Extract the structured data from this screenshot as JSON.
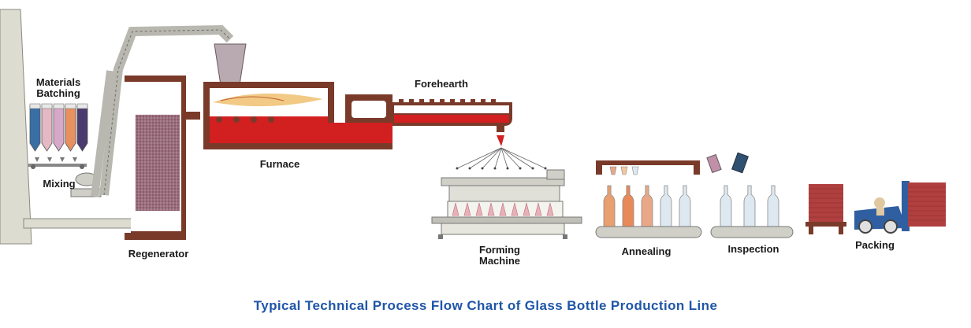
{
  "title": "Typical Technical Process Flow Chart of Glass Bottle Production Line",
  "stages": {
    "materials_batching": [
      "Materials",
      "Batching"
    ],
    "mixing": "Mixing",
    "regenerator": "Regenerator",
    "furnace": "Furnace",
    "forehearth": "Forehearth",
    "forming_machine": [
      "Forming",
      "Machine"
    ],
    "annealing": "Annealing",
    "inspection": "Inspection",
    "packing": "Packing"
  },
  "colors": {
    "title": "#1f56a8",
    "furnace_brown": "#7a3a2a",
    "molten_glass": "#d21f1f",
    "chimney": "#dcdcd0",
    "conveyor": "#c8c8c0",
    "regenerator_grid": "#7a4a5a",
    "truck_blue": "#2f5fa0",
    "pallet_brick": "#b04040"
  },
  "icons": {
    "batch_silos": [
      "#3a6fa5",
      "#e4b8c4",
      "#d8a8c8",
      "#e89060",
      "#4a3a70"
    ],
    "bottle_colors_annealing": [
      "#e8a070",
      "#e8895a",
      "#e8a888",
      "#dde8f0",
      "#dde8f0"
    ]
  }
}
